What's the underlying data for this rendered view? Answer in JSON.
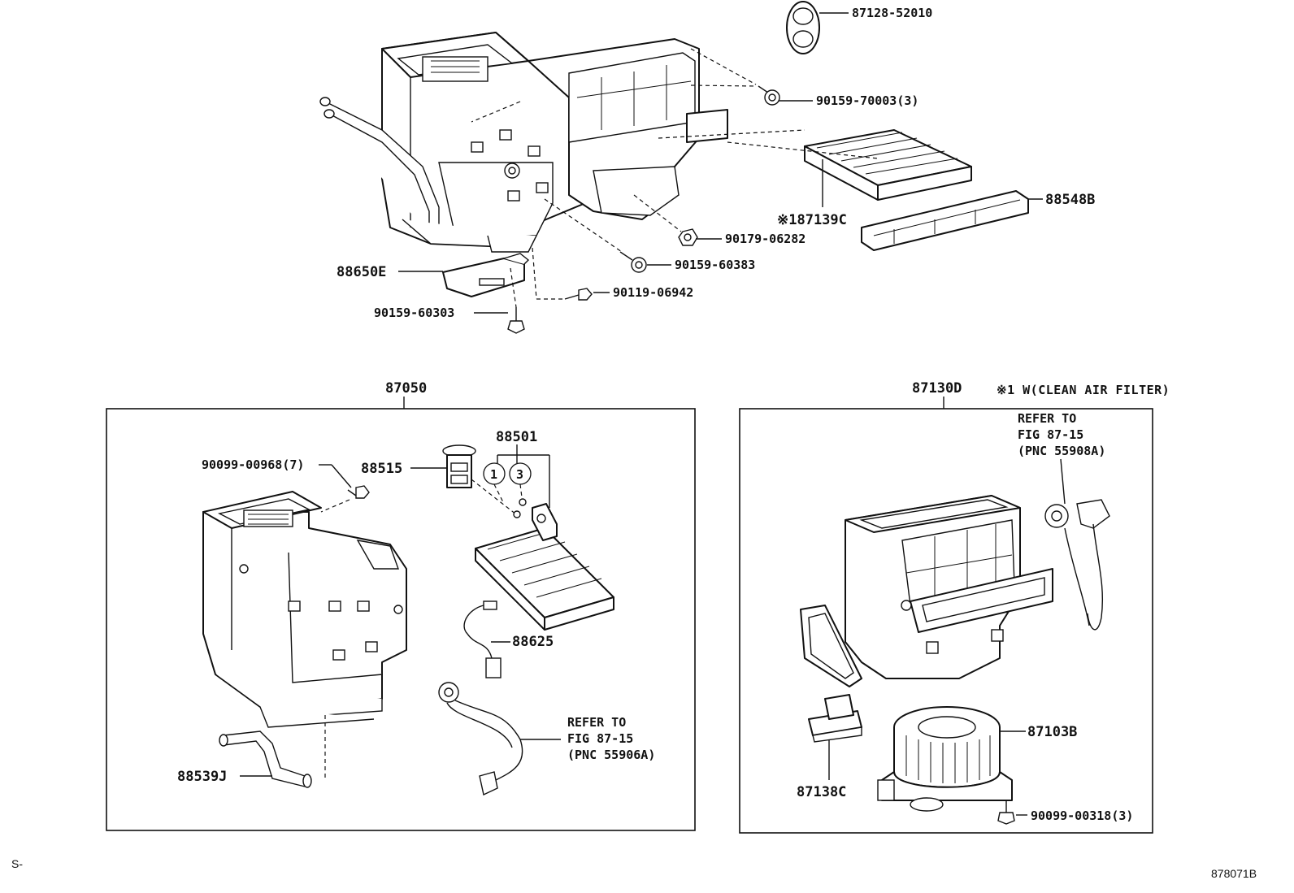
{
  "diagram": {
    "upper_callouts": {
      "p87128": "87128-52010",
      "p90159_70003": "90159-70003(3)",
      "p187139c": "※187139C",
      "p88548b": "88548B",
      "p90179": "90179-06282",
      "p90159_60383": "90159-60383",
      "p88650e": "88650E",
      "p90119": "90119-06942",
      "p90159_60303": "90159-60303"
    },
    "left_box": {
      "title": "87050",
      "p90099_00968": "90099-00968(7)",
      "p88515": "88515",
      "p88501": "88501",
      "circle_1": "1",
      "circle_3": "3",
      "p88625": "88625",
      "p88539j": "88539J",
      "refer_line1": "REFER TO",
      "refer_line2": "FIG 87-15",
      "refer_line3": "(PNC 55906A)"
    },
    "right_box": {
      "title": "87130D",
      "footnote": "※1 W(CLEAN AIR FILTER)",
      "refer_line1": "REFER TO",
      "refer_line2": "FIG 87-15",
      "refer_line3": "(PNC 55908A)",
      "p87103b": "87103B",
      "p87138c": "87138C",
      "p90099_00318": "90099-00318(3)"
    },
    "corner_left": "S-",
    "corner_right": "878071B"
  }
}
